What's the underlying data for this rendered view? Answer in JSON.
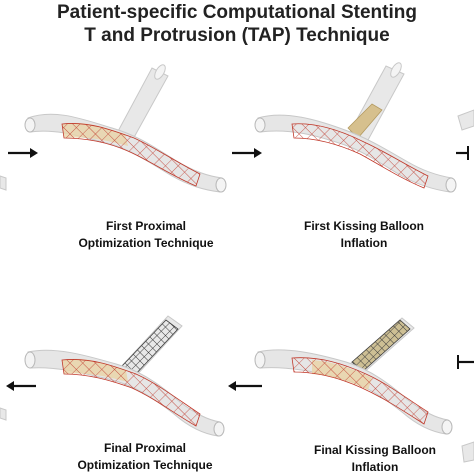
{
  "title": {
    "line1": "Patient-specific Computational Stenting",
    "line2": "T and Protrusion (TAP) Technique"
  },
  "captions": {
    "top_left_line1": "First Proximal",
    "top_left_line2": "Optimization Technique",
    "top_right_line1": "First Kissing Balloon",
    "top_right_line2": "Inflation",
    "bottom_left_line1": "Final Proximal",
    "bottom_left_line2": "Optimization Technique",
    "bottom_right_line1": "Final Kissing Balloon",
    "bottom_right_line2": "Inflation"
  },
  "arrows": {
    "top_row_direction": "right",
    "bottom_row_direction": "left"
  },
  "colors": {
    "vessel": "#e6e6e6",
    "stent_main": "#c0392b",
    "stent_side": "#4a4a4a",
    "balloon": "#e9d3a8"
  }
}
